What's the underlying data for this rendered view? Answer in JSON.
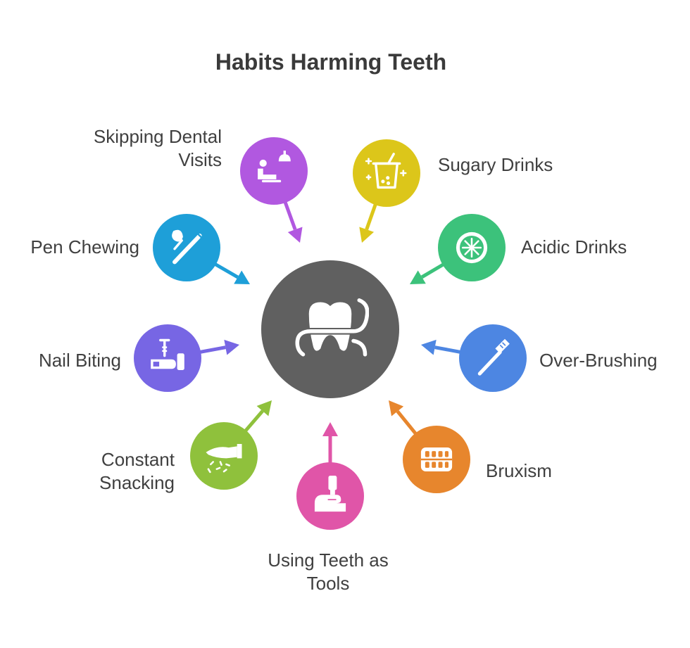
{
  "diagram": {
    "title": "Habits Harming Teeth",
    "center": {
      "icon": "teeth-icon",
      "color": "#606060"
    },
    "habits": [
      {
        "id": "skipping-dental-visits",
        "label_lines": [
          "Skipping Dental",
          "Visits"
        ],
        "color": "#b158e0",
        "icon": "dental-chair-icon"
      },
      {
        "id": "sugary-drinks",
        "label_lines": [
          "Sugary Drinks"
        ],
        "color": "#dcc61a",
        "icon": "bubble-tea-icon"
      },
      {
        "id": "acidic-drinks",
        "label_lines": [
          "Acidic Drinks"
        ],
        "color": "#3cc27b",
        "icon": "citrus-slice-icon"
      },
      {
        "id": "over-brushing",
        "label_lines": [
          "Over-Brushing"
        ],
        "color": "#4d86e2",
        "icon": "toothbrush-icon"
      },
      {
        "id": "bruxism",
        "label_lines": [
          "Bruxism"
        ],
        "color": "#e7862d",
        "icon": "clenched-teeth-icon"
      },
      {
        "id": "using-teeth-as-tools",
        "label_lines": [
          "Using Teeth as",
          "Tools"
        ],
        "color": "#e055a8",
        "icon": "bottle-in-hand-icon"
      },
      {
        "id": "constant-snacking",
        "label_lines": [
          "Constant",
          "Snacking"
        ],
        "color": "#8fc13c",
        "icon": "snacking-hand-icon"
      },
      {
        "id": "nail-biting",
        "label_lines": [
          "Nail Biting"
        ],
        "color": "#7766e4",
        "icon": "manicure-hand-icon"
      },
      {
        "id": "pen-chewing",
        "label_lines": [
          "Pen Chewing"
        ],
        "color": "#1e9fd8",
        "icon": "pen-tools-icon"
      }
    ]
  }
}
